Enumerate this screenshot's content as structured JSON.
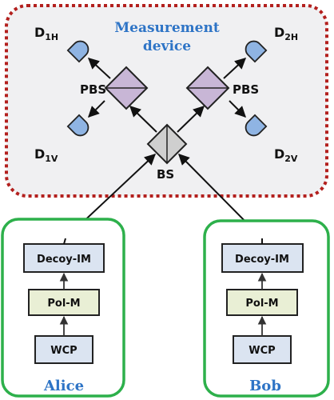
{
  "measurement": {
    "title_line1": "Measurement",
    "title_line2": "device",
    "colors": {
      "border": "#b3201e",
      "fill": "#f0f0f2",
      "title": "#2e74c6"
    }
  },
  "detectors": {
    "d1h": {
      "main": "D",
      "sub": "1H"
    },
    "d2h": {
      "main": "D",
      "sub": "2H"
    },
    "d1v": {
      "main": "D",
      "sub": "1V"
    },
    "d2v": {
      "main": "D",
      "sub": "2V"
    },
    "color": "#8fb4e3"
  },
  "splitters": {
    "pbs_left": "PBS",
    "pbs_right": "PBS",
    "bs": "BS",
    "pbs_color": "#c8b6d6",
    "bs_color": "#cfcfcf"
  },
  "alice": {
    "name": "Alice",
    "modules": [
      "Decoy-IM",
      "Pol-M",
      "WCP"
    ],
    "module_colors": [
      "#dbe4f1",
      "#e9efd5",
      "#dbe4f1"
    ]
  },
  "bob": {
    "name": "Bob",
    "modules": [
      "Decoy-IM",
      "Pol-M",
      "WCP"
    ],
    "module_colors": [
      "#dbe4f1",
      "#e9efd5",
      "#dbe4f1"
    ]
  },
  "party_colors": {
    "border": "#2db04b",
    "label": "#2e74c6"
  }
}
